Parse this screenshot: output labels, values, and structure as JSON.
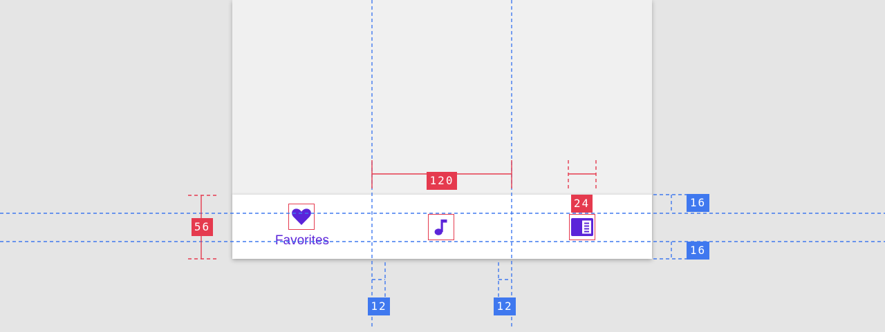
{
  "nav": {
    "items": [
      {
        "label": "Favorites",
        "icon": "heart-icon",
        "show_label": true
      },
      {
        "label": "",
        "icon": "music-note-icon",
        "show_label": false
      },
      {
        "label": "",
        "icon": "news-icon",
        "show_label": false
      }
    ]
  },
  "annotations": {
    "item_width": "120",
    "icon_size": "24",
    "bar_height": "56",
    "top_padding": "16",
    "bottom_padding": "16",
    "left_inner_padding": "12",
    "right_inner_padding": "12"
  },
  "colors": {
    "accent": "#5b24d9",
    "spec_red": "#e53a4e",
    "spec_blue": "#3f78ef",
    "background": "#e5e5e5",
    "screen": "#f0f0f0",
    "nav_surface": "#ffffff"
  }
}
